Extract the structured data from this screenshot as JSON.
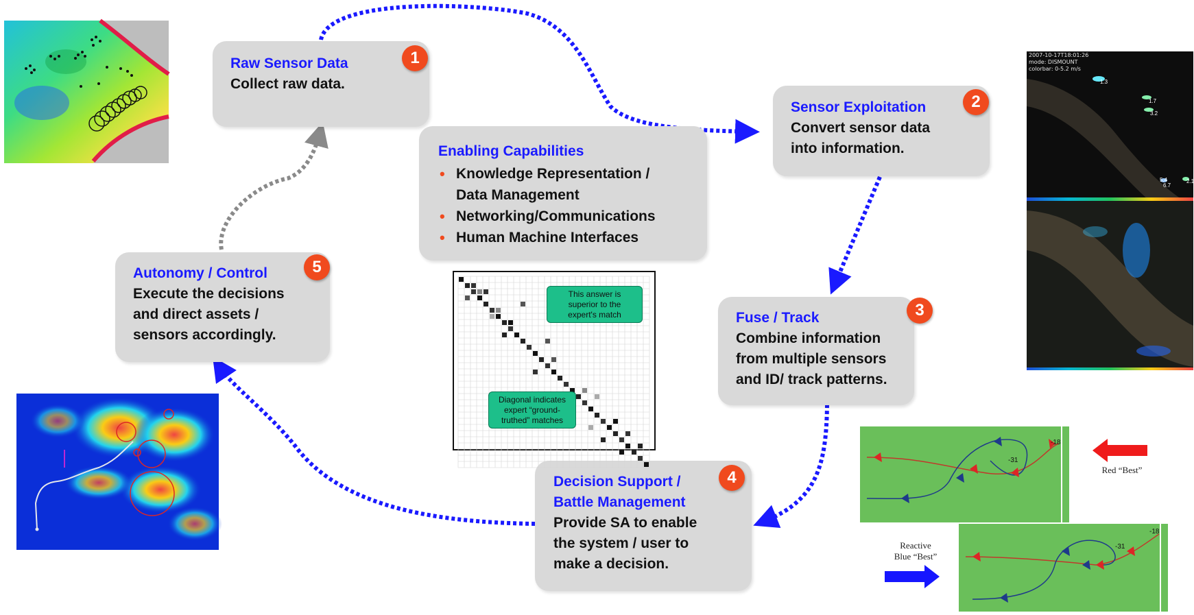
{
  "nodes": [
    {
      "num": "1",
      "title": "Raw Sensor Data",
      "lines": [
        "Collect raw data."
      ]
    },
    {
      "num": "2",
      "title": "Sensor Exploitation",
      "lines": [
        "Convert sensor data",
        "into information."
      ]
    },
    {
      "num": "3",
      "title": "Fuse / Track",
      "lines": [
        "Combine information",
        "from multiple sensors",
        "and ID/ track patterns."
      ]
    },
    {
      "num": "4",
      "title_lines": [
        "Decision Support /",
        "Battle Management"
      ],
      "lines": [
        "Provide SA to enable",
        "the system / user to",
        "make a decision."
      ]
    },
    {
      "num": "5",
      "title": "Autonomy / Control",
      "lines": [
        "Execute the decisions",
        "and direct assets /",
        "sensors accordingly."
      ]
    }
  ],
  "enabling": {
    "title": "Enabling Capabilities",
    "items": [
      [
        "Knowledge Representation /",
        "Data Management"
      ],
      [
        "Networking/Communications"
      ],
      [
        "Human Machine Interfaces"
      ]
    ]
  },
  "matrix": {
    "callout_top": [
      "This answer is",
      "superior to the",
      "expert's match"
    ],
    "callout_bottom": [
      "Diagonal indicates",
      "expert “ground-",
      "truthed” matches"
    ]
  },
  "radar": {
    "header": [
      "2007-10-17T18:01:26",
      "mode: DISMOUNT",
      "colorbar: 0-5.2 m/s"
    ],
    "values": [
      "1.3",
      "1.7",
      "3.2",
      "5.4",
      "6.7",
      "2.1"
    ]
  },
  "tracks": {
    "red_label": "Red “Best”",
    "blue_label": [
      "Reactive",
      "Blue “Best”"
    ],
    "marks_top": [
      "-18",
      "-31"
    ],
    "marks_bottom": [
      "-18",
      "-31"
    ]
  },
  "colors": {
    "box_bg": "#d9d9d9",
    "title_blue": "#1a1aff",
    "badge": "#f04a1e",
    "arrow_blue": "#1a1aff",
    "arrow_gray": "#8a8a8a",
    "green_panel": "#6abf5a",
    "callout": "#1dbf8a"
  }
}
